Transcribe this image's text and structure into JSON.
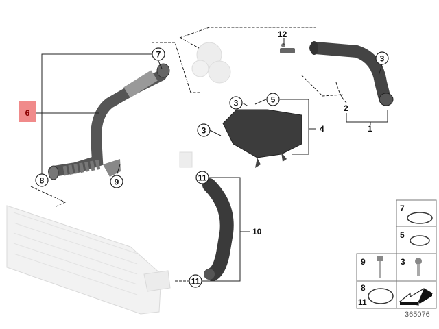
{
  "diagram": {
    "highlighted_label": "6",
    "highlight_color": "#f08a8a",
    "callouts": {
      "c1": "1",
      "c2": "2",
      "c3a": "3",
      "c3b": "3",
      "c3c": "3",
      "c4": "4",
      "c5": "5",
      "c6": "6",
      "c7": "7",
      "c8": "8",
      "c9": "9",
      "c10": "10",
      "c11a": "11",
      "c11b": "11",
      "c12": "12"
    },
    "parts_inset": {
      "cells": [
        {
          "label": "7",
          "part": "o-ring"
        },
        {
          "label": "5",
          "part": "o-ring"
        },
        {
          "label": "9",
          "part": "bolt"
        },
        {
          "label": "3",
          "part": "screw"
        },
        {
          "label": "8",
          "label2": "11",
          "part": "o-ring"
        },
        {
          "label": "",
          "part": "arrow-icon"
        }
      ]
    },
    "diagram_number": "365076"
  }
}
